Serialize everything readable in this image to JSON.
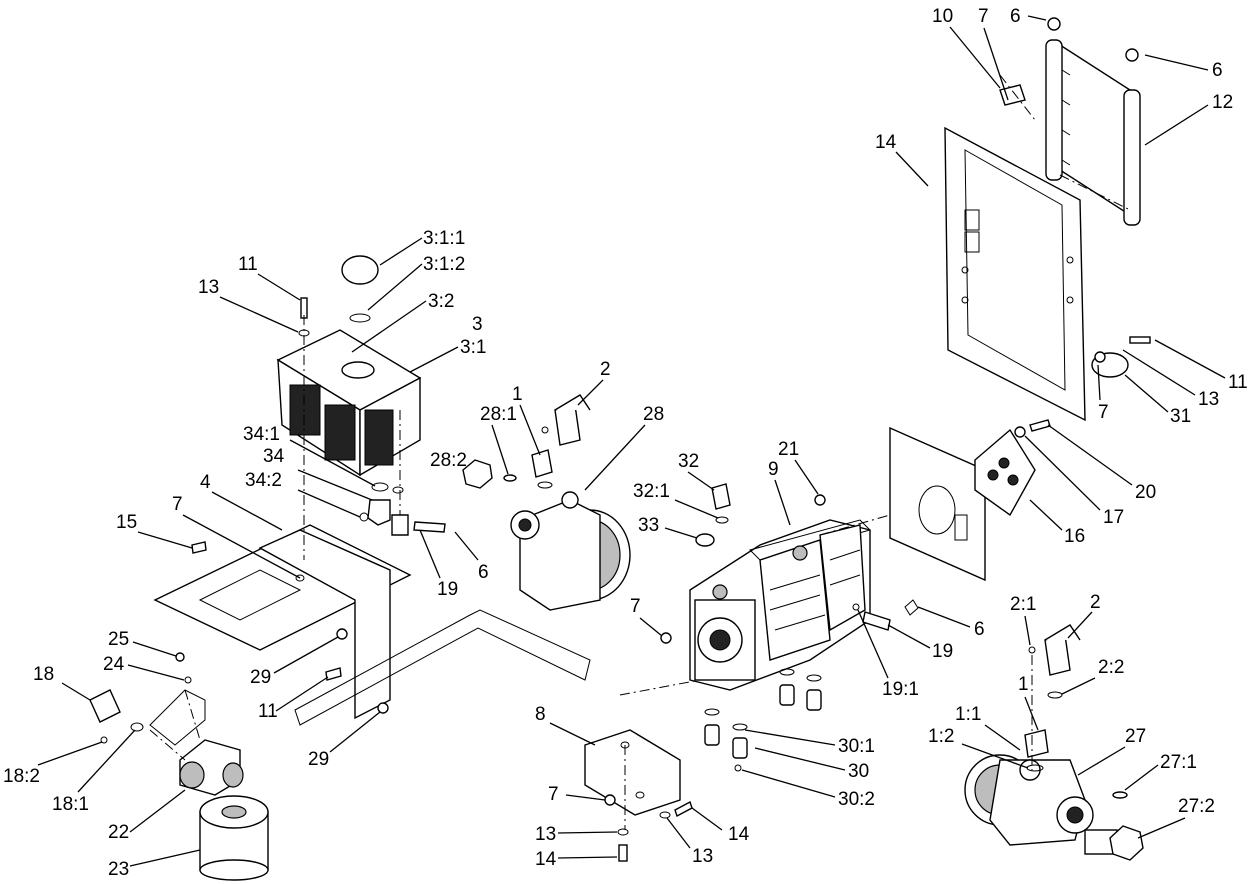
{
  "callouts": [
    "1",
    "2",
    "3",
    "3:1",
    "3:1:1",
    "3:1:2",
    "3:2",
    "4",
    "6",
    "7",
    "8",
    "9",
    "10",
    "11",
    "12",
    "13",
    "14",
    "15",
    "16",
    "17",
    "18",
    "18:1",
    "18:2",
    "19",
    "19:1",
    "20",
    "21",
    "22",
    "23",
    "24",
    "25",
    "27",
    "27:1",
    "27:2",
    "28",
    "28:1",
    "28:2",
    "29",
    "30",
    "30:1",
    "30:2",
    "31",
    "32",
    "32:1",
    "33",
    "34",
    "34:1",
    "34:2",
    "1:1",
    "1:2",
    "2:1",
    "2:2"
  ]
}
